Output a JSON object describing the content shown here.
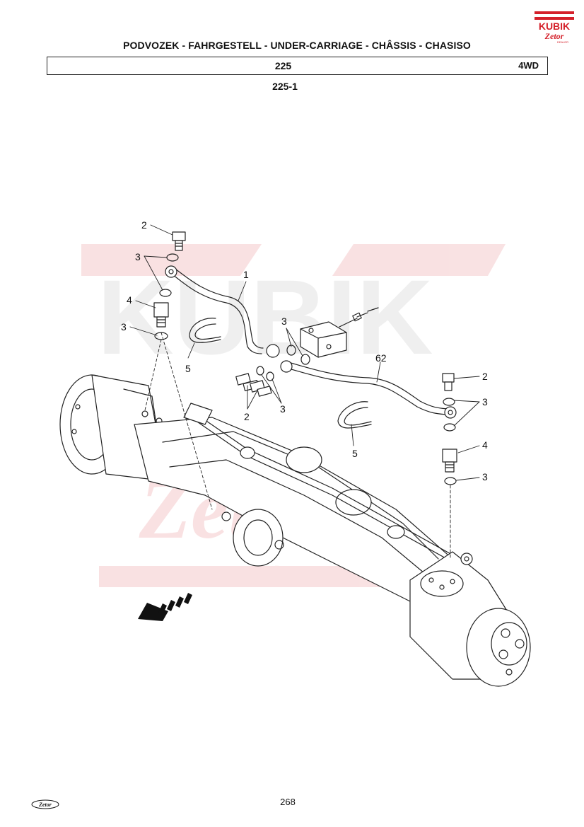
{
  "header": {
    "title": "PODVOZEK - FAHRGESTELL - UNDER-CARRIAGE - CHÂSSIS - CHASISO",
    "group_number": "225",
    "variant": "4WD",
    "subgroup": "225-1"
  },
  "logo": {
    "brand_text": "KUBIK",
    "sub_text": "Zetor",
    "dealer_text": "DEALER",
    "color": "#d4202a"
  },
  "watermark": {
    "brand_text": "KUBIK",
    "sub_text": "Zetor",
    "dealer_text": "DEALER"
  },
  "callouts": {
    "c1": "1",
    "c2a": "2",
    "c2b": "2",
    "c2c": "2",
    "c3a": "3",
    "c3b": "3",
    "c3c": "3",
    "c3d": "3",
    "c3e": "3",
    "c3f": "3",
    "c4a": "4",
    "c4b": "4",
    "c5a": "5",
    "c5b": "5",
    "c62": "62"
  },
  "footer": {
    "page_number": "268",
    "logo_text": "Zetor"
  }
}
